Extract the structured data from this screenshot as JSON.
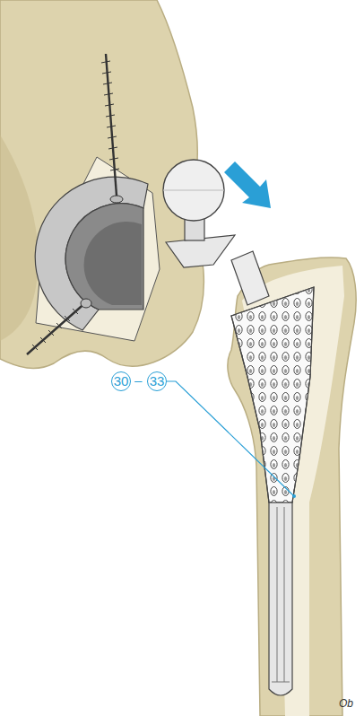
{
  "diagram": {
    "labels": [
      "30",
      "–",
      "33",
      "Ob"
    ]
  }
}
